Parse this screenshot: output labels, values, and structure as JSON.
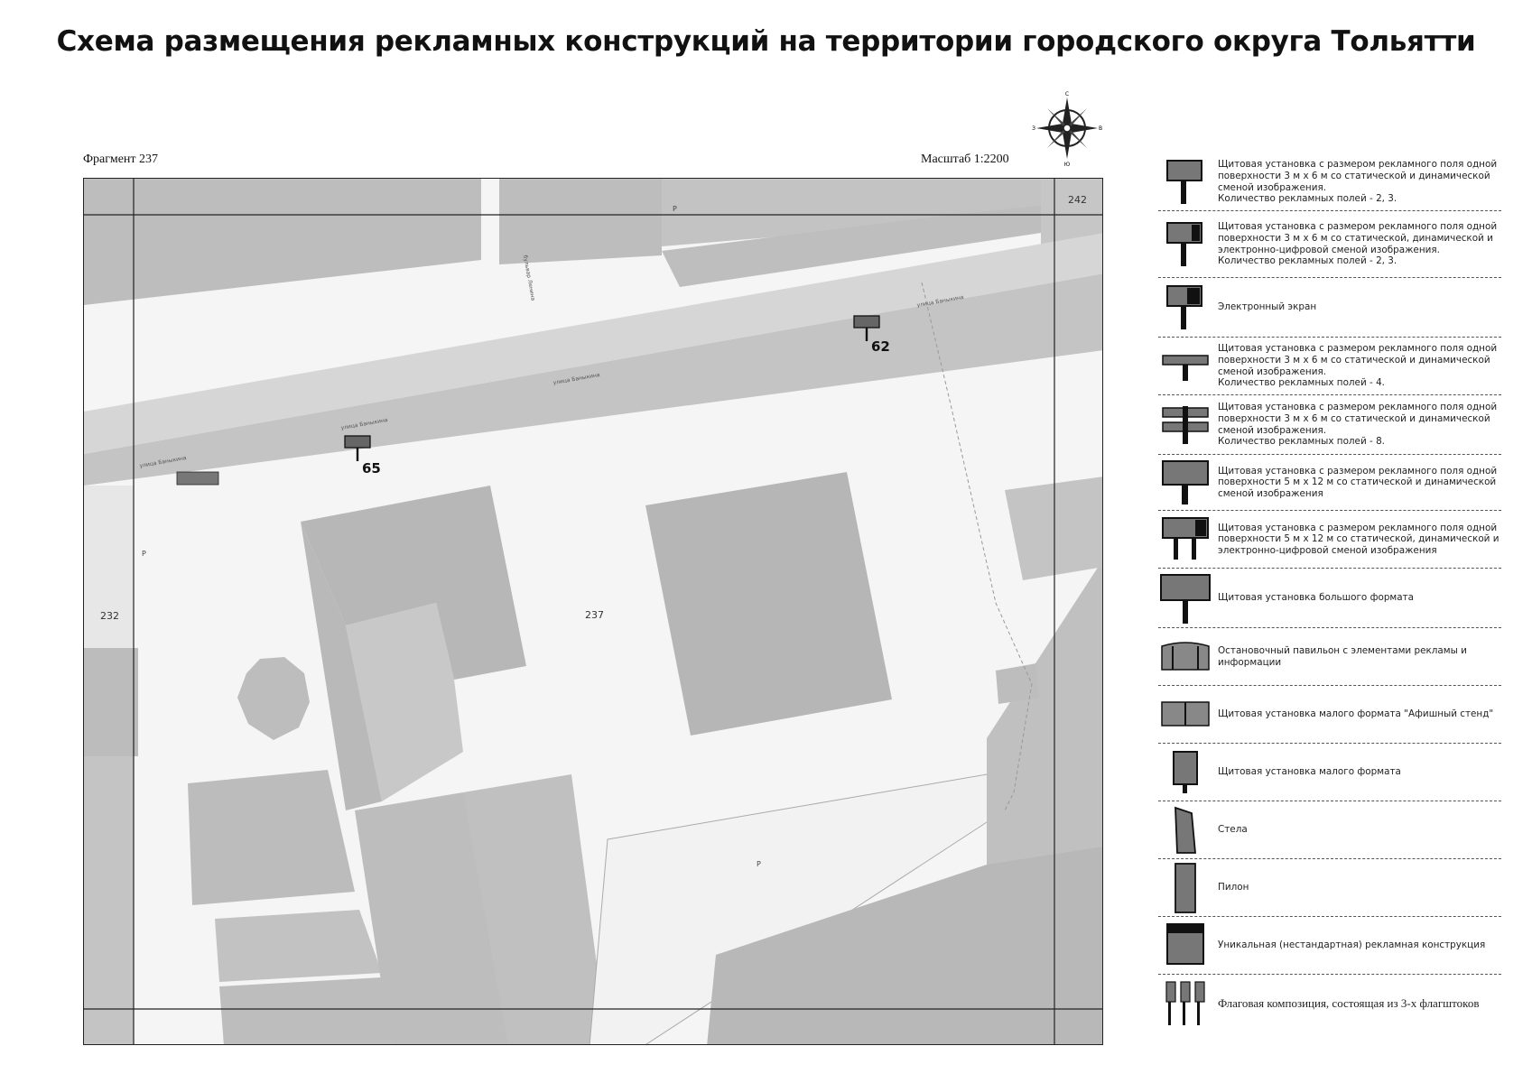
{
  "title": "Схема размещения рекламных конструкций на территории городского округа Тольятти",
  "fragment": "Фрагмент 237",
  "scale": "Масштаб 1:2200",
  "compass": {
    "n": "С",
    "s": "Ю",
    "e": "В",
    "w": "З"
  },
  "map": {
    "parcels": [
      "242",
      "232",
      "237"
    ],
    "markers": [
      {
        "id": "62"
      },
      {
        "id": "65"
      }
    ],
    "street_labels": [
      "улица Баныкина",
      "улица Баныкина",
      "улица Баныкина",
      "улица Баныкина",
      "бульвар Ленина"
    ],
    "parking_label": "Р"
  },
  "legend": [
    {
      "icon": "billboard-3x6-icon",
      "text": "Щитовая установка с размером рекламного поля одной поверхности 3 м х 6 м со статической и динамической сменой изображения.\nКоличество рекламных полей - 2, 3."
    },
    {
      "icon": "billboard-3x6-digital-icon",
      "text": "Щитовая установка с размером рекламного поля одной поверхности 3 м х 6 м со статической, динамической и электронно-цифровой сменой изображения.\nКоличество рекламных полей - 2, 3."
    },
    {
      "icon": "electronic-screen-icon",
      "text": "Электронный экран"
    },
    {
      "icon": "billboard-4-fields-icon",
      "text": "Щитовая установка с размером рекламного поля одной поверхности 3 м х 6 м со статической и динамической сменой изображения.\nКоличество рекламных полей - 4."
    },
    {
      "icon": "billboard-8-fields-icon",
      "text": "Щитовая установка с размером рекламного поля одной поверхности 3 м х 6 м со статической и динамической сменой изображения.\nКоличество рекламных полей - 8."
    },
    {
      "icon": "billboard-5x12-icon",
      "text": "Щитовая установка с размером рекламного поля одной поверхности 5 м х 12 м со статической и динамической сменой изображения"
    },
    {
      "icon": "billboard-5x12-digital-icon",
      "text": "Щитовая установка с размером рекламного поля одной поверхности 5 м х 12 м со статической, динамической и электронно-цифровой сменой изображения"
    },
    {
      "icon": "large-format-billboard-icon",
      "text": "Щитовая установка большого формата"
    },
    {
      "icon": "bus-stop-pavilion-icon",
      "text": "Остановочный павильон с элементами рекламы и информации"
    },
    {
      "icon": "poster-stand-icon",
      "text": "Щитовая установка малого формата \"Афишный стенд\""
    },
    {
      "icon": "small-format-board-icon",
      "text": "Щитовая установка малого формата"
    },
    {
      "icon": "stele-icon",
      "text": "Стела"
    },
    {
      "icon": "pylon-icon",
      "text": "Пилон"
    },
    {
      "icon": "unique-structure-icon",
      "text": "Уникальная (нестандартная) рекламная конструкция"
    },
    {
      "icon": "flag-composition-icon",
      "text": "Флаговая композиция, состоящая из 3-х флагштоков"
    }
  ]
}
